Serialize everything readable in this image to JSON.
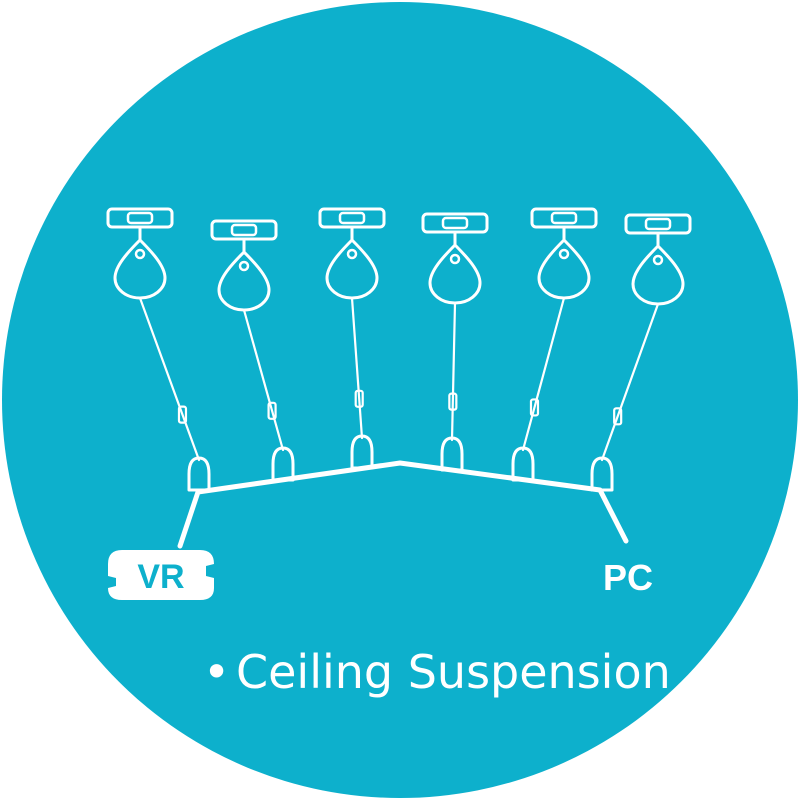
{
  "colors": {
    "background": "#ffffff",
    "circle": "#0db0cc",
    "line": "#ffffff"
  },
  "diagram": {
    "hanger_count": 6,
    "vr_label": "VR",
    "pc_label": "PC",
    "bullet": "•",
    "caption": "Ceiling Suspension"
  }
}
